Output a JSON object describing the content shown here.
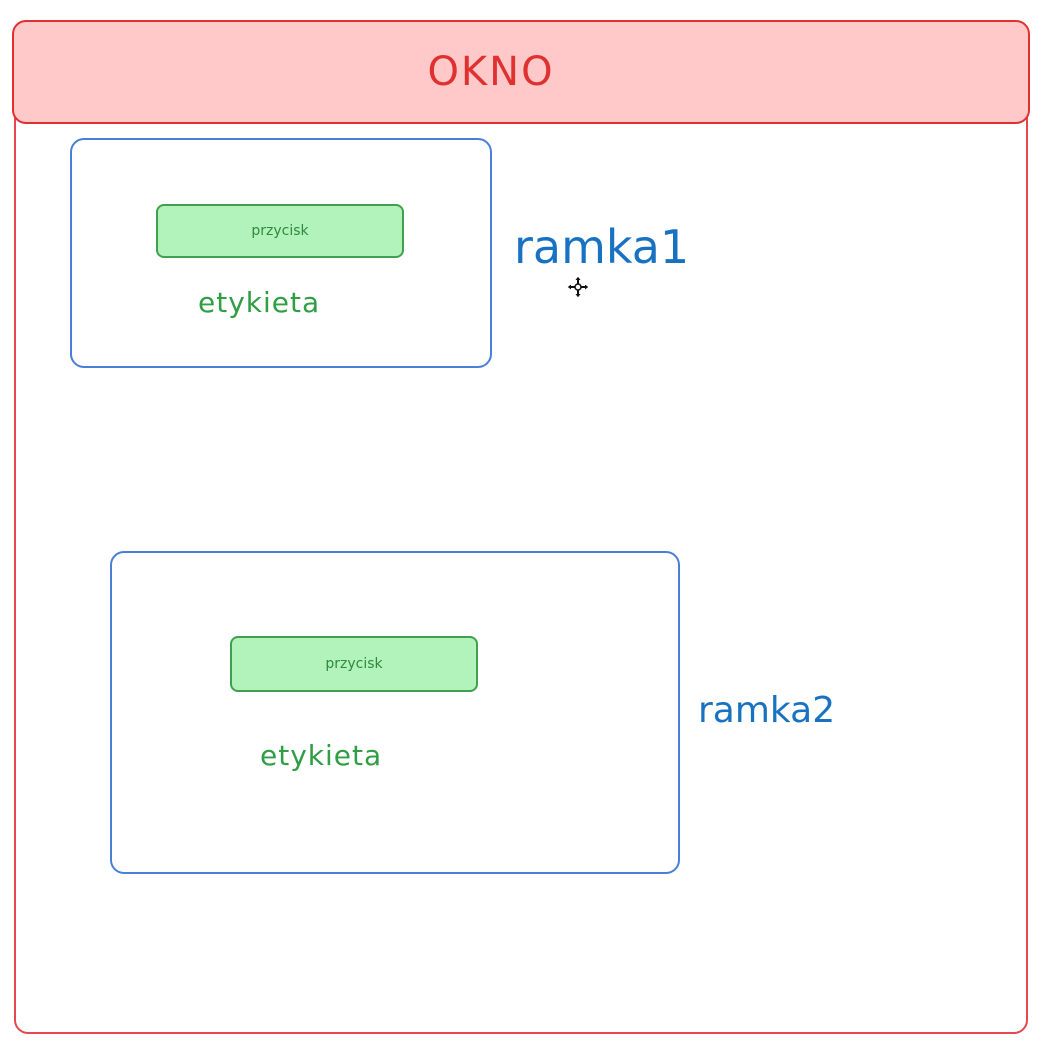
{
  "window": {
    "title": "OKNO"
  },
  "frames": [
    {
      "caption": "ramka1",
      "button_label": "przycisk",
      "label_text": "etykieta"
    },
    {
      "caption": "ramka2",
      "button_label": "przycisk",
      "label_text": "etykieta"
    }
  ],
  "colors": {
    "window_border": "#e03131",
    "window_title_bg": "#ffc9c9",
    "frame_border": "#4a7fd6",
    "frame_caption": "#1971c2",
    "button_bg": "#b2f2bb",
    "button_border": "#40a050",
    "label_text": "#2f9e44"
  },
  "icons": {
    "cursor": "move-cursor-icon"
  }
}
